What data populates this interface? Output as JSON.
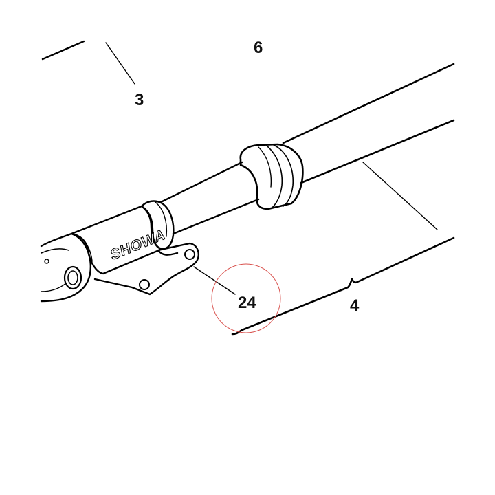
{
  "callouts": {
    "c6": "6",
    "c3": "3",
    "c24": "24",
    "c4": "4"
  },
  "brand": "SHOWA",
  "colors": {
    "line": "#000000",
    "background": "#ffffff",
    "highlight_circle": "#d9534f"
  }
}
